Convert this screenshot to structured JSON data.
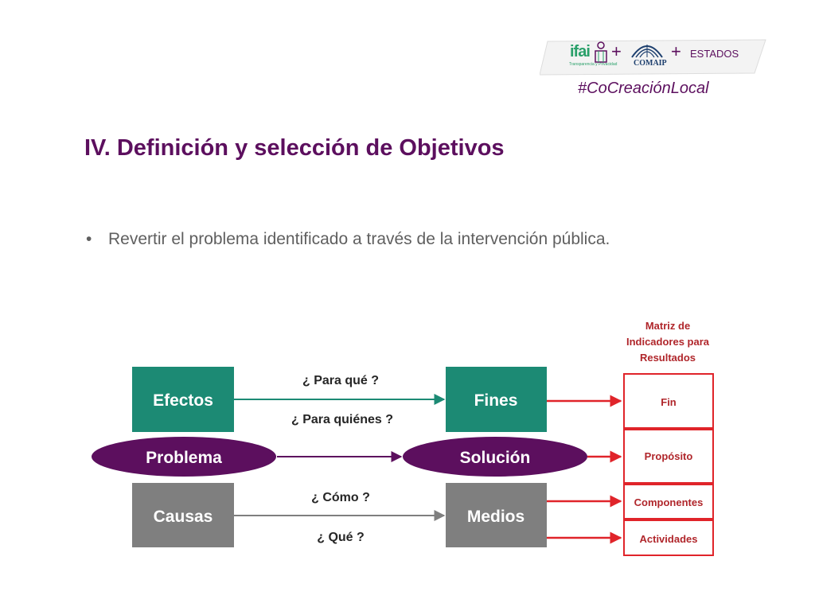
{
  "header": {
    "logo_ifai": "ifai",
    "logo_ifai_subtitle": "Transparencia y Privacidad",
    "plus_1": "+",
    "logo_comaip": "COMAIP",
    "plus_2": "+",
    "estados": "ESTADOS",
    "hashtag": "#CoCreaciónLocal"
  },
  "slide": {
    "title": "IV. Definición y selección de Objetivos",
    "bullet_symbol": "•",
    "bullet": "Revertir el problema identificado a través de la intervención pública."
  },
  "diagram": {
    "left_boxes": {
      "efectos": "Efectos",
      "problema": "Problema",
      "causas": "Causas"
    },
    "right_boxes": {
      "fines": "Fines",
      "solucion": "Solución",
      "medios": "Medios"
    },
    "questions": {
      "para_que": "¿ Para qué ?",
      "para_quienes": "¿ Para quiénes ?",
      "como": "¿ Cómo ?",
      "que": "¿ Qué ?"
    },
    "matrix_title_lines": [
      "Matriz de",
      "Indicadores para",
      "Resultados"
    ],
    "matrix_rows": [
      "Fin",
      "Propósito",
      "Componentes",
      "Actividades"
    ],
    "colors": {
      "teal": "#1c8a74",
      "purple": "#5c0f5e",
      "gray": "#7f7f7f",
      "red": "#e0242a",
      "matrix_text": "#b0262b",
      "title": "#5c0f5e"
    }
  }
}
